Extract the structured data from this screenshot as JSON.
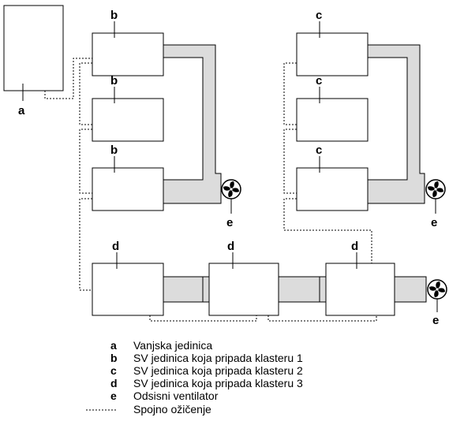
{
  "labels": {
    "a": "a",
    "b": "b",
    "c": "c",
    "d": "d",
    "e": "e"
  },
  "legend": [
    {
      "key": "a",
      "text": "Vanjska jedinica"
    },
    {
      "key": "b",
      "text": "SV jedinica koja pripada klasteru 1"
    },
    {
      "key": "c",
      "text": "SV jedinica koja pripada klasteru 2"
    },
    {
      "key": "d",
      "text": "SV jedinica koja pripada klasteru 3"
    },
    {
      "key": "e",
      "text": "Odsisni ventilator"
    }
  ],
  "legend_wiring": "Spojno ožičenje",
  "colors": {
    "duct": "#dcdcdc",
    "line": "#000000",
    "background": "#ffffff"
  }
}
